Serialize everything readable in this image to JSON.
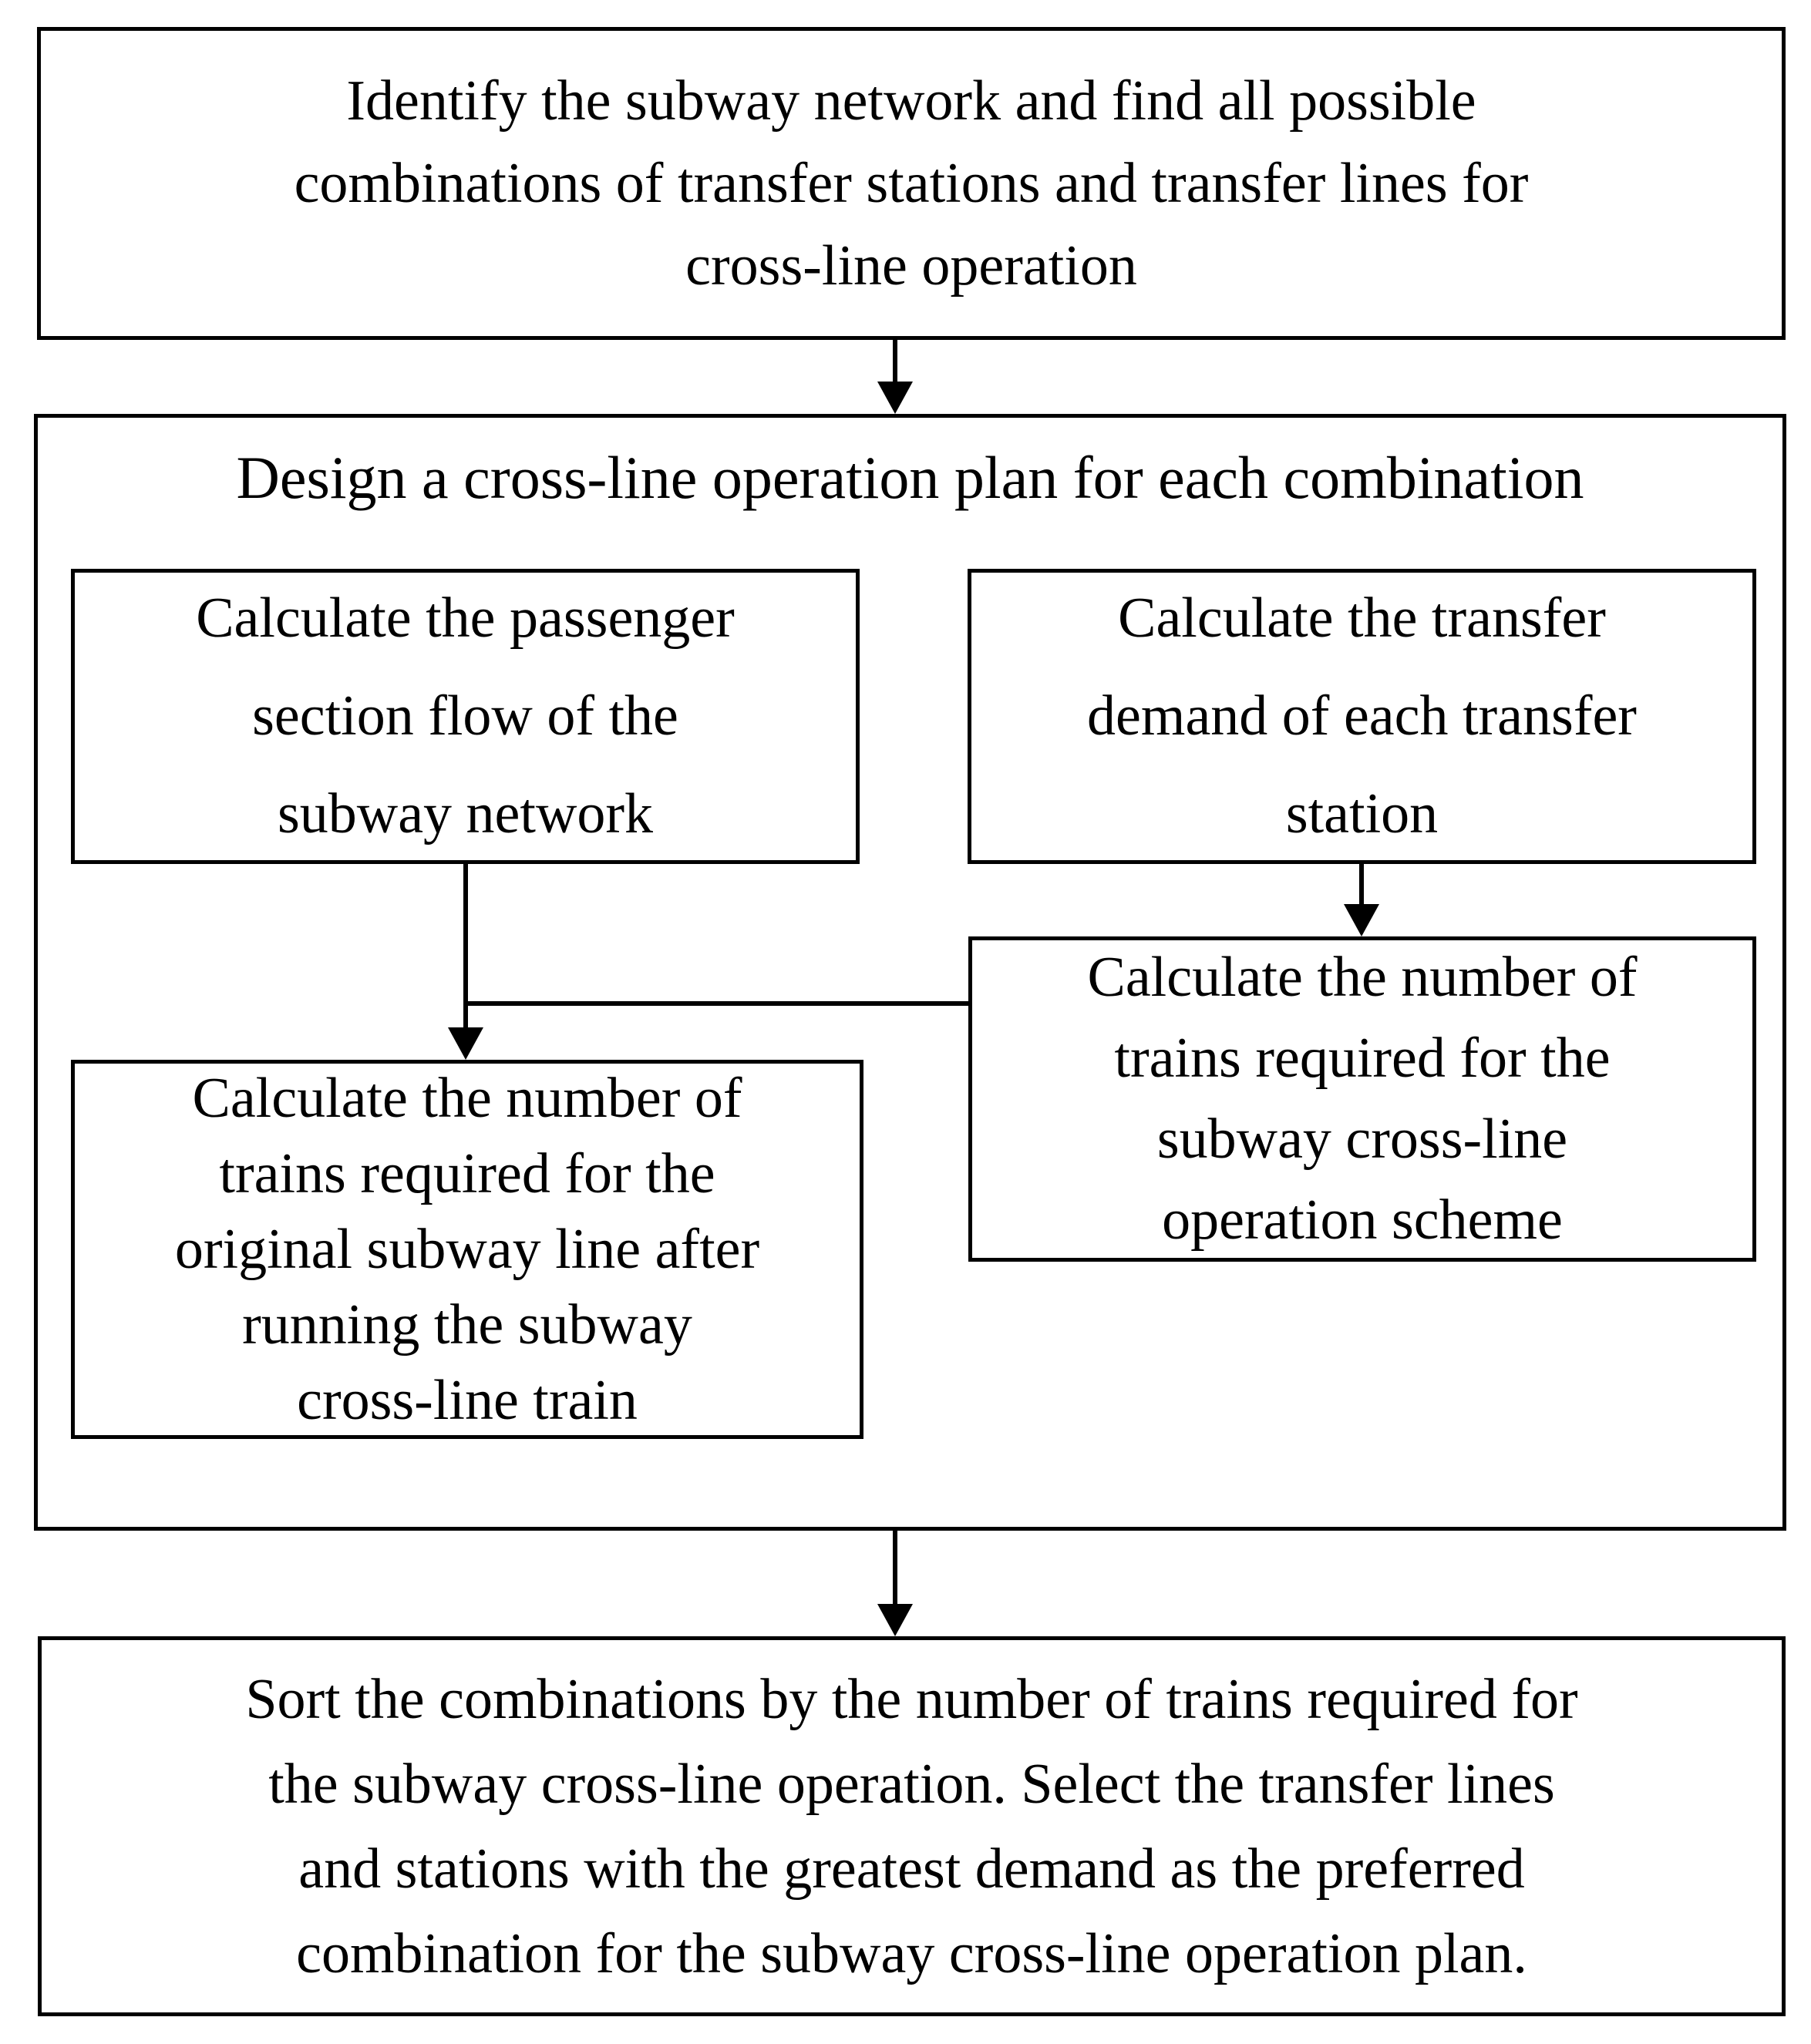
{
  "flowchart": {
    "colors": {
      "stroke": "#000000",
      "background": "#ffffff"
    },
    "step1": {
      "lines": [
        "Identify the subway network and find all possible",
        "combinations of transfer stations and transfer lines for",
        "cross-line operation"
      ]
    },
    "step2": {
      "title": "Design a cross-line operation plan for each combination",
      "passenger_flow": {
        "lines": [
          "Calculate the passenger",
          "section flow of the",
          "subway network"
        ]
      },
      "transfer_demand": {
        "lines": [
          "Calculate the transfer",
          "demand of each transfer",
          "station"
        ]
      },
      "crossline_trains": {
        "lines": [
          "Calculate the number of",
          "trains required for the",
          "subway cross-line",
          "operation scheme"
        ]
      },
      "original_line_trains": {
        "lines": [
          "Calculate the number of",
          "trains required for the",
          "original subway line after",
          "running the subway",
          "cross-line train"
        ]
      }
    },
    "step3": {
      "lines": [
        "Sort the combinations by the number of trains required for",
        "the subway cross-line operation. Select the transfer lines",
        "and stations with the greatest demand as the preferred",
        "combination for the subway cross-line operation plan."
      ]
    }
  }
}
